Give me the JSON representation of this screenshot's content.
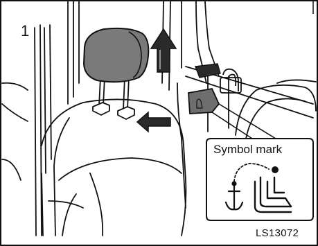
{
  "figure": {
    "step_number": "1",
    "callout_title": "Symbol mark",
    "figure_code": "LS13072"
  },
  "icons": {
    "headrest": "headrest-icon",
    "up_arrow": "up-arrow-icon",
    "insert_arrow": "left-arrow-icon",
    "anchor": "anchor-icon",
    "child_seat": "child-seat-icon"
  },
  "colors": {
    "line": "#111111",
    "headrest_fill": "#7a7a7a",
    "arrow_fill": "#2a2a2a",
    "cover_fill": "#6e6e6e",
    "background": "#ffffff"
  }
}
